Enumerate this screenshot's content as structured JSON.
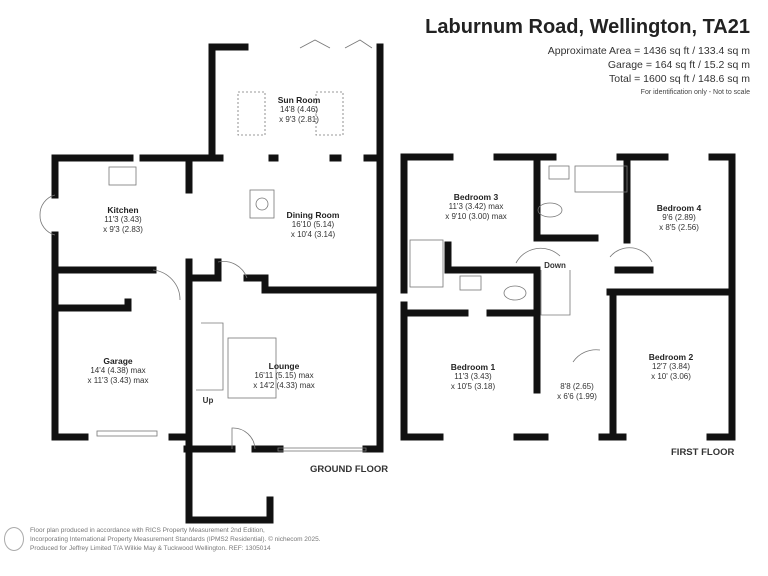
{
  "header": {
    "title": "Laburnum Road, Wellington, TA21",
    "approx_area": "Approximate Area = 1436 sq ft / 133.4 sq m",
    "garage_area": "Garage = 164 sq ft / 15.2 sq m",
    "total_area": "Total = 1600 sq ft / 148.6 sq m",
    "note": "For identification only - Not to scale"
  },
  "ground_floor": {
    "label": "GROUND FLOOR",
    "rooms": [
      {
        "name": "Sun Room",
        "dim1": "14'8 (4.46)",
        "dim2": "x 9'3 (2.81)"
      },
      {
        "name": "Kitchen",
        "dim1": "11'3 (3.43)",
        "dim2": "x 9'3 (2.83)"
      },
      {
        "name": "Dining Room",
        "dim1": "16'10 (5.14)",
        "dim2": "x 10'4 (3.14)"
      },
      {
        "name": "Garage",
        "dim1": "14'4 (4.38) max",
        "dim2": "x 11'3 (3.43) max"
      },
      {
        "name": "Lounge",
        "dim1": "16'11 (5.15) max",
        "dim2": "x 14'2 (4.33) max"
      }
    ],
    "stairs": "Up"
  },
  "first_floor": {
    "label": "FIRST FLOOR",
    "rooms": [
      {
        "name": "Bedroom 3",
        "dim1": "11'3 (3.42) max",
        "dim2": "x 9'10 (3.00) max"
      },
      {
        "name": "Bedroom 4",
        "dim1": "9'6 (2.89)",
        "dim2": "x 8'5 (2.56)"
      },
      {
        "name": "Bedroom 1",
        "dim1": "11'3 (3.43)",
        "dim2": "x 10'5 (3.18)"
      },
      {
        "name": "Bedroom 2",
        "dim1": "12'7 (3.84)",
        "dim2": "x 10' (3.06)"
      },
      {
        "name": "",
        "dim1": "8'8 (2.65)",
        "dim2": "x 6'6 (1.99)"
      }
    ],
    "stairs": "Down"
  },
  "footer": {
    "line1": "Floor plan produced in accordance with RICS Property Measurement 2nd Edition,",
    "line2": "Incorporating International Property Measurement Standards (IPMS2 Residential).   © nichecom 2025.",
    "line3": "Produced for Jeffrey Limited T/A Wilkie May & Tuckwood Wellington.   REF:  1305014"
  }
}
